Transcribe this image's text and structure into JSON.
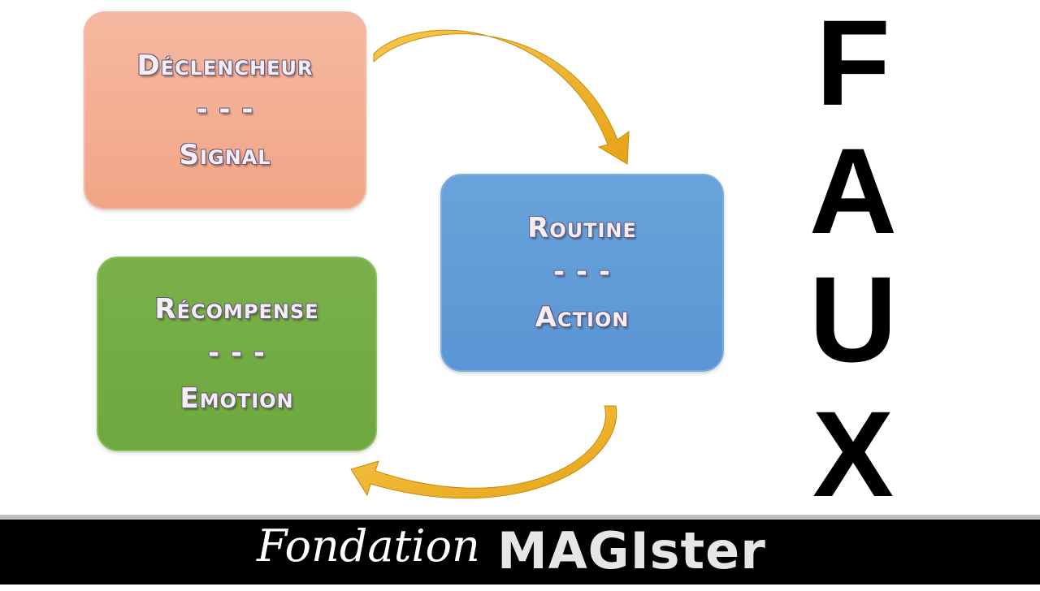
{
  "diagram": {
    "trigger": {
      "title": "Déclencheur",
      "separator": "- - -",
      "subtitle": "Signal"
    },
    "routine": {
      "title": "Routine",
      "separator": "- - -",
      "subtitle": "Action"
    },
    "reward": {
      "title": "Récompense",
      "separator": "- - -",
      "subtitle": "Emotion"
    }
  },
  "verdict": {
    "letters": [
      "F",
      "A",
      "U",
      "X"
    ]
  },
  "footer": {
    "brand_italic": "Fondation",
    "brand_bold": "MAGIster"
  },
  "colors": {
    "trigger_box": "#f2a585",
    "routine_box": "#5a96d5",
    "reward_box": "#6fa83f",
    "arrow": "#f0b21a",
    "footer_bg": "#000000"
  }
}
